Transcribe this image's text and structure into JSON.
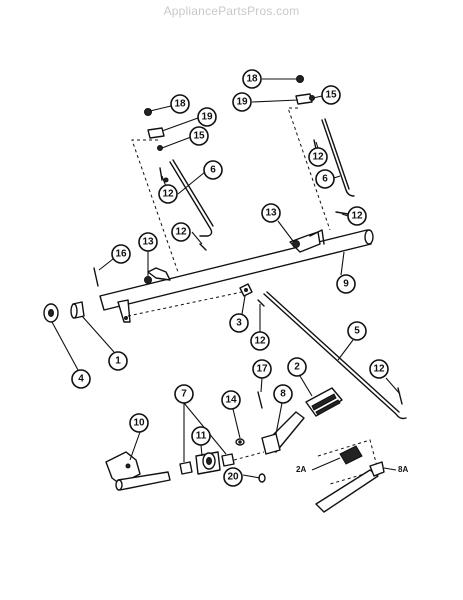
{
  "watermark": "AppliancePartsPros.com",
  "callouts": {
    "c18a": "18",
    "c19a": "19",
    "c15a": "15",
    "c6a": "6",
    "c12a": "12",
    "c18b": "18",
    "c19b": "19",
    "c15b": "15",
    "c12b": "12",
    "c6b": "6",
    "c12c": "12",
    "c12d": "12",
    "c16": "16",
    "c13a": "13",
    "c13b": "13",
    "c9": "9",
    "c3": "3",
    "c12e": "12",
    "c5": "5",
    "c4": "4",
    "c1": "1",
    "c12f": "12",
    "c17": "17",
    "c2": "2",
    "c7": "7",
    "c14": "14",
    "c8": "8",
    "c10": "10",
    "c11": "11",
    "c20": "20"
  },
  "sub_labels": {
    "l2a": "2A",
    "l8a": "8A"
  }
}
